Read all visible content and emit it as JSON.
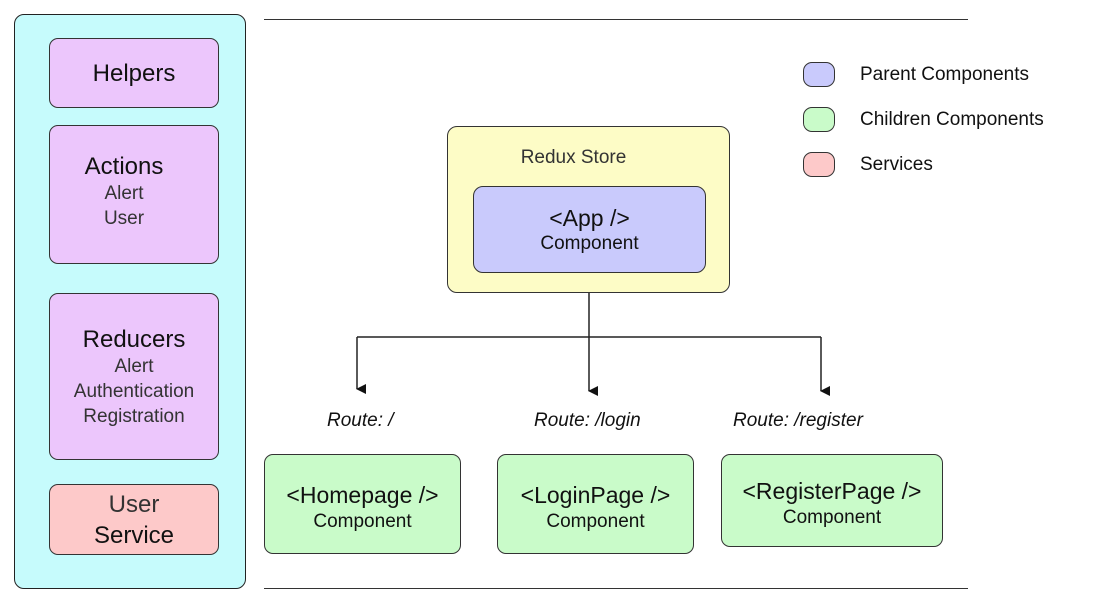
{
  "sidebar": {
    "helpers": {
      "title": "Helpers"
    },
    "actions": {
      "title": "Actions",
      "items": [
        "Alert",
        "User"
      ]
    },
    "reducers": {
      "title": "Reducers",
      "items": [
        "Alert",
        "Authentication",
        "Registration"
      ]
    },
    "service": {
      "line1": "User",
      "line2": "Service"
    }
  },
  "store": {
    "label": "Redux Store"
  },
  "app": {
    "name": "<App />",
    "kind": "Component"
  },
  "routes": [
    {
      "label": "Route: /",
      "name": "<Homepage />",
      "kind": "Component"
    },
    {
      "label": "Route: /login",
      "name": "<LoginPage />",
      "kind": "Component"
    },
    {
      "label": "Route: /register",
      "name": "<RegisterPage />",
      "kind": "Component"
    }
  ],
  "legend": [
    {
      "label": "Parent Components",
      "color": "#c9cafc"
    },
    {
      "label": "Children Components",
      "color": "#c9fbc9"
    },
    {
      "label": "Services",
      "color": "#fdc9c9"
    }
  ]
}
